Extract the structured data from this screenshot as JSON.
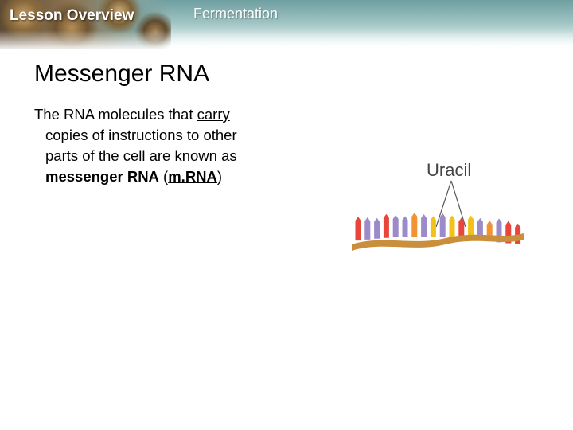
{
  "header": {
    "lesson_label": "Lesson Overview",
    "topic": "Fermentation"
  },
  "slide": {
    "title": "Messenger RNA",
    "body": {
      "part1": "The RNA molecules that ",
      "carry": "carry",
      "line2": "copies of instructions to other",
      "line3": "parts of the cell are known as",
      "term": "messenger RNA",
      "paren_open": " (",
      "abbr": "m.RNA",
      "paren_close": ")"
    }
  },
  "figure": {
    "label": "Uracil",
    "colors": {
      "strand": "#c98f3c",
      "red": "#e8463a",
      "purple": "#9b8cc9",
      "yellow": "#f2c21b",
      "orange": "#f19233"
    }
  }
}
